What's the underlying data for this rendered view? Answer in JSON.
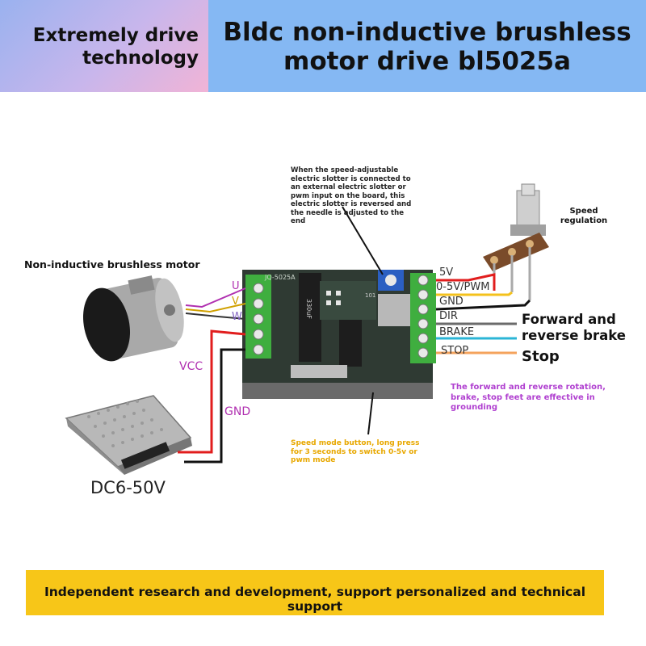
{
  "header": {
    "left_line1": "Extremely drive",
    "left_line2": "technology",
    "right_line1": "Bldc non-inductive brushless",
    "right_line2": "motor drive bl5025a"
  },
  "motor": {
    "label": "Non-inductive brushless motor"
  },
  "potentiometer": {
    "label_line1": "Speed",
    "label_line2": "regulation"
  },
  "notes": {
    "pot_note": "When the speed-adjustable electric slotter is connected to an external electric slotter or pwm input on the board, this electric slotter is reversed and the needle is adjusted to the end",
    "button_note": "Speed mode button, long press for 3 seconds to switch 0-5v or pwm mode",
    "grounding_note": "The forward and reverse rotation, brake, stop feet are effective in grounding"
  },
  "terminals_left": [
    "U",
    "V",
    "W"
  ],
  "power_labels": {
    "vcc": "VCC",
    "gnd": "GND"
  },
  "terminals_right": [
    "5V",
    "0-5V/PWM",
    "GND",
    "DIR",
    "BRAKE",
    "STOP"
  ],
  "functions": {
    "forward_line1": "Forward and",
    "forward_line2": "reverse brake",
    "stop": "Stop"
  },
  "power_supply": {
    "label": "DC6-50V"
  },
  "board": {
    "silkscreen": "JQ-5025A",
    "cap_label": "330uF",
    "inductor_label": "101"
  },
  "footer": {
    "text": "Independent research and development, support personalized and technical support"
  },
  "colors": {
    "wire_red": "#e11d1d",
    "wire_yellow": "#f4c21c",
    "wire_black": "#111111",
    "wire_gray": "#6b6b6b",
    "wire_cyan": "#2bb5d6",
    "wire_orange": "#f4a35c",
    "label_u": "#b030b0",
    "label_v": "#d0a000",
    "label_w": "#8060c0",
    "button_note": "#e8a800",
    "grounding_note": "#b040d0",
    "terminal_green": "#3fae3f"
  }
}
